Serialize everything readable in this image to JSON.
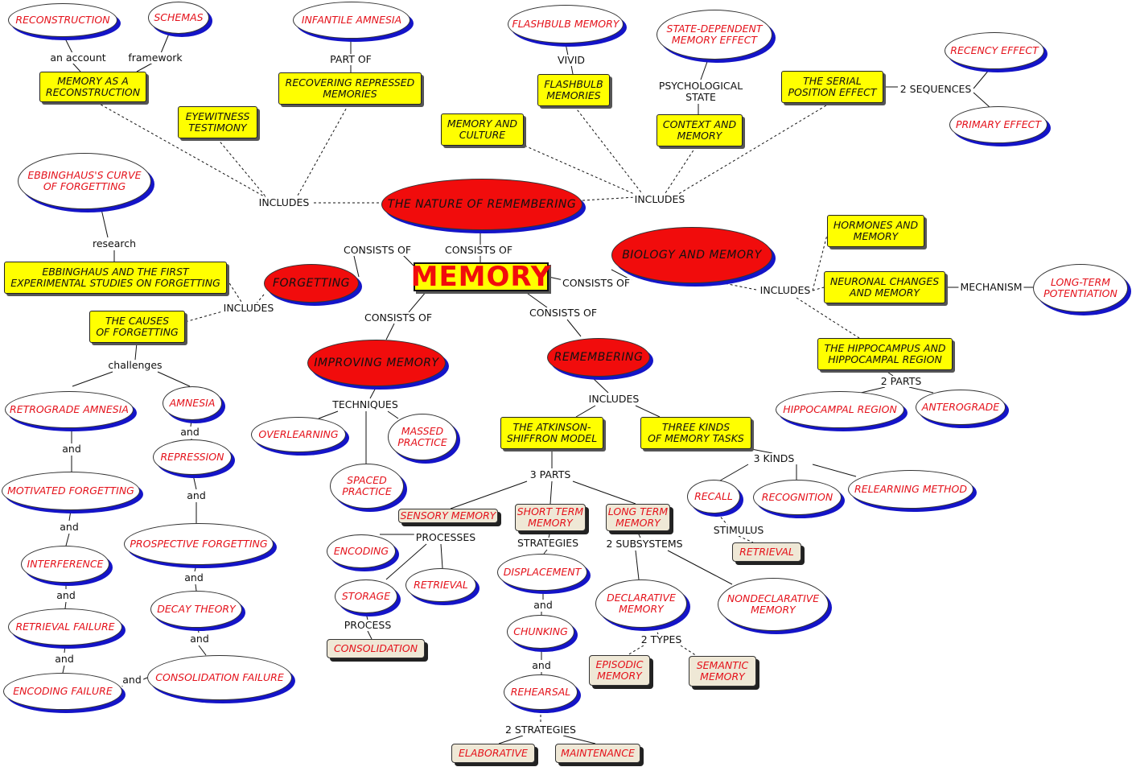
{
  "concept_map": {
    "central": "MEMORY",
    "main_branches": {
      "nature": "THE NATURE OF REMEMBERING",
      "biology": "BIOLOGY  AND  MEMORY",
      "forgetting": "FORGETTING",
      "improving": "IMPROVING MEMORY",
      "remembering": "REMEMBERING"
    },
    "nature_topics": {
      "reconstruction": "RECONSTRUCTION",
      "schemas": "SCHEMAS",
      "memory_reconstruction": "MEMORY AS A\nRECONSTRUCTION",
      "infantile_amnesia": "INFANTILE AMNESIA",
      "recovering": "RECOVERING REPRESSED\nMEMORIES",
      "eyewitness": "EYEWITNESS\nTESTIMONY",
      "flashbulb_memory": "FLASHBULB MEMORY",
      "flashbulb_memories": "FLASHBULB\nMEMORIES",
      "state_dependent": "STATE-DEPENDENT\nMEMORY EFFECT",
      "context_memory": "CONTEXT AND\nMEMORY",
      "memory_culture": "MEMORY AND\nCULTURE",
      "serial_position": "THE SERIAL\nPOSITION EFFECT",
      "recency": "RECENCY EFFECT",
      "primary": "PRIMARY EFFECT"
    },
    "biology_topics": {
      "hormones": "HORMONES AND\nMEMORY",
      "neuronal": "NEURONAL CHANGES\nAND MEMORY",
      "ltp": "LONG-TERM\nPOTENTIATION",
      "hippocampus": "THE HIPPOCAMPUS AND\nHIPPOCAMPAL REGION",
      "hippocampal_region": "HIPPOCAMPAL REGION",
      "anterograde": "ANTEROGRADE"
    },
    "forgetting_topics": {
      "ebbinghaus_curve": "EBBINGHAUS'S CURVE\nOF FORGETTING",
      "ebbinghaus_studies": "EBBINGHAUS AND THE FIRST\nEXPERIMENTAL STUDIES ON FORGETTING",
      "causes": "THE CAUSES\nOF FORGETTING",
      "retrograde": "RETROGRADE AMNESIA",
      "amnesia": "AMNESIA",
      "motivated": "MOTIVATED FORGETTING",
      "repression": "REPRESSION",
      "prospective": "PROSPECTIVE FORGETTING",
      "interference": "INTERFERENCE",
      "decay": "DECAY THEORY",
      "retrieval_failure": "RETRIEVAL FAILURE",
      "consolidation_failure": "CONSOLIDATION FAILURE",
      "encoding_failure": "ENCODING FAILURE"
    },
    "improving_topics": {
      "overlearning": "OVERLEARNING",
      "massed": "MASSED\nPRACTICE",
      "spaced": "SPACED\nPRACTICE"
    },
    "remembering_topics": {
      "atkinson": "THE ATKINSON-\nSHIFFRON MODEL",
      "three_kinds": "THREE KINDS\nOF MEMORY TASKS",
      "sensory": "SENSORY MEMORY",
      "short_term": "SHORT TERM\nMEMORY",
      "long_term": "LONG TERM\nMEMORY",
      "encoding": "ENCODING",
      "storage": "STORAGE",
      "retrieval_proc": "RETRIEVAL",
      "consolidation": "CONSOLIDATION",
      "displacement": "DISPLACEMENT",
      "chunking": "CHUNKING",
      "rehearsal": "REHEARSAL",
      "elaborative": "ELABORATIVE",
      "maintenance": "MAINTENANCE",
      "declarative": "DECLARATIVE\nMEMORY",
      "nondeclarative": "NONDECLARATIVE\nMEMORY",
      "episodic": "EPISODIC\nMEMORY",
      "semantic": "SEMANTIC\nMEMORY",
      "recall": "RECALL",
      "recognition": "RECOGNITION",
      "relearning": "RELEARNING METHOD",
      "retrieval_cue": "RETRIEVAL"
    },
    "link_labels": {
      "an_account": "an account",
      "framework": "framework",
      "part_of": "PART OF",
      "vivid": "VIVID",
      "psych_state": "PSYCHOLOGICAL\nSTATE",
      "two_sequences": "2 SEQUENCES",
      "includes": "INCLUDES",
      "consists_of": "CONSISTS OF",
      "research": "research",
      "challenges": "challenges",
      "and": "and",
      "mechanism": "MECHANISM",
      "two_parts": "2 PARTS",
      "techniques": "TECHNIQUES",
      "three_parts": "3 PARTS",
      "processes": "PROCESSES",
      "process": "PROCESS",
      "strategies": "STRATEGIES",
      "two_subsystems": "2 SUBSYSTEMS",
      "two_types": "2 TYPES",
      "two_strategies": "2 STRATEGIES",
      "three_kinds": "3 KINDS",
      "stimulus": "STIMULUS"
    },
    "colors": {
      "yellow_box": "#ffff00",
      "red_ellipse": "#f10c0c",
      "text_red": "#e4121b",
      "shadow_blue": "#1414c8",
      "beige_box": "#efe8d6"
    }
  }
}
